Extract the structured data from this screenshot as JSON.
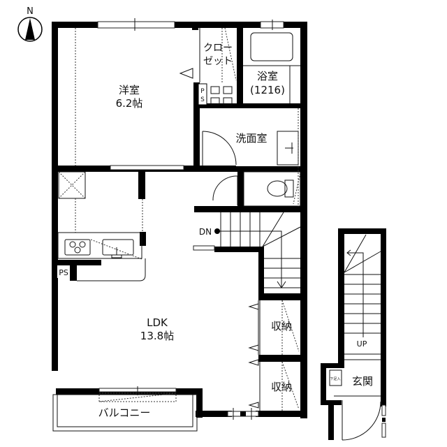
{
  "compass": {
    "label": "N"
  },
  "rooms": {
    "western_room": {
      "name": "洋室",
      "size": "6.2帖"
    },
    "closet": {
      "line1": "クロー",
      "line2": "ゼット"
    },
    "bathroom": {
      "name": "浴室",
      "size": "(1216)"
    },
    "washroom": {
      "name": "洗面室"
    },
    "ldk": {
      "name": "LDK",
      "size": "13.8帖"
    },
    "storage_1": {
      "name": "収納"
    },
    "storage_2": {
      "name": "収納"
    },
    "balcony": {
      "name": "バルコニー"
    },
    "entrance": {
      "name": "玄関"
    },
    "shoe_box": {
      "name": "下足入"
    }
  },
  "markers": {
    "ps_upper": {
      "line1": "P",
      "line2": "S"
    },
    "ps_kitchen": "PS",
    "stairs_down": "DN",
    "stairs_up": "UP"
  },
  "colors": {
    "wall": "#000000",
    "background": "#ffffff",
    "line": "#111111"
  }
}
